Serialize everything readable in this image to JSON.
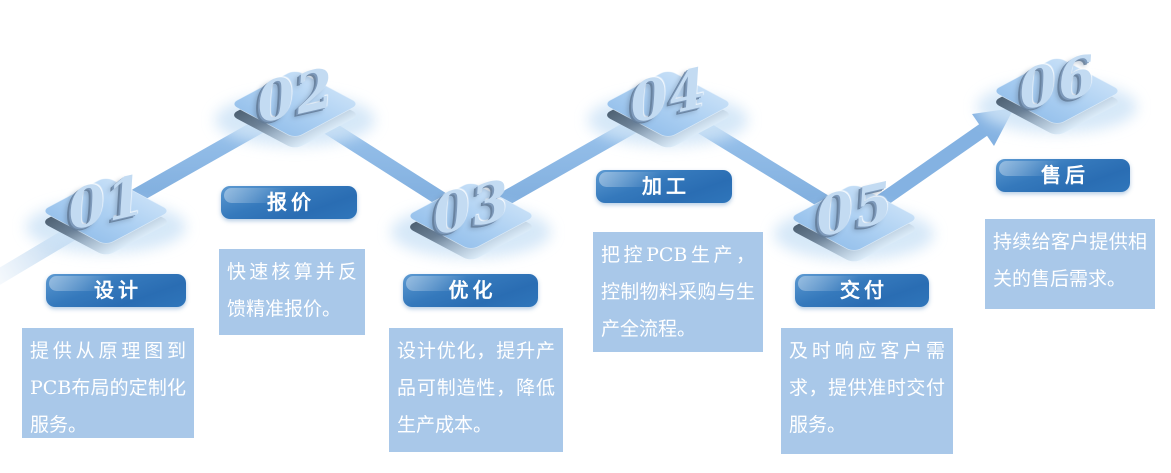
{
  "diagram": {
    "type": "process-flow",
    "steps": [
      {
        "number": "01",
        "label": "设计",
        "description": "提供从原理图到PCB布局的定制化服务。"
      },
      {
        "number": "02",
        "label": "报价",
        "description": "快速核算并反馈精准报价。"
      },
      {
        "number": "03",
        "label": "优化",
        "description": "设计优化，提升产品可制造性，降低生产成本。"
      },
      {
        "number": "04",
        "label": "加工",
        "description": "把控PCB生产，控制物料采购与生产全流程。"
      },
      {
        "number": "05",
        "label": "交付",
        "description": "及时响应客户需求，提供准时交付服务。"
      },
      {
        "number": "06",
        "label": "售后",
        "description": "持续给客户提供相关的售后需求。"
      }
    ],
    "colors": {
      "label_gradient_start": "#5d9ad2",
      "label_gradient_end": "#2a6db3",
      "description_background": "#a9c8e9",
      "description_text": "#ffffff",
      "ribbon": "#8ab6e4",
      "platform_top_light": "#c2ddf6",
      "platform_top_dark": "#98c2ec",
      "platform_side_dark": "#4e6173",
      "platform_side_light": "#dcecf9",
      "number_face": "#c3dbf2"
    }
  }
}
